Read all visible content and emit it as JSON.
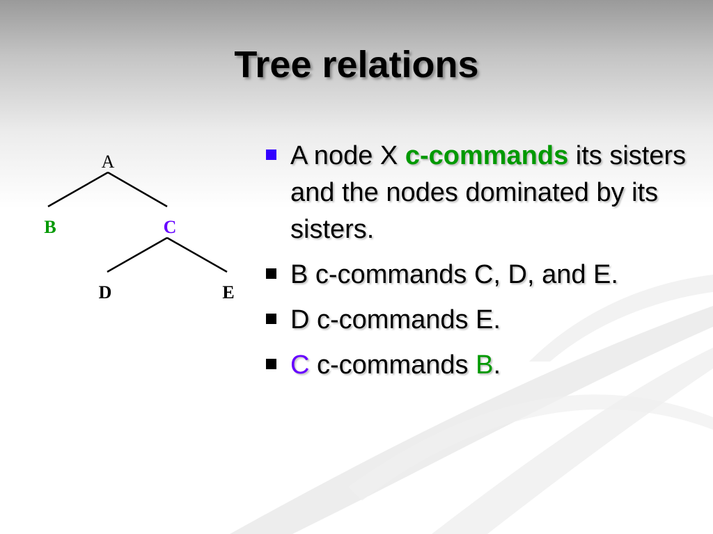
{
  "slide": {
    "title": "Tree relations",
    "tree": {
      "nodes": [
        {
          "id": "a",
          "label": "A",
          "color": "#000000",
          "bold": false
        },
        {
          "id": "b",
          "label": "B",
          "color": "#009900",
          "bold": true
        },
        {
          "id": "c",
          "label": "C",
          "color": "#6600ff",
          "bold": true
        },
        {
          "id": "d",
          "label": "D",
          "color": "#000000",
          "bold": true
        },
        {
          "id": "e",
          "label": "E",
          "color": "#000000",
          "bold": true
        }
      ],
      "edges": [
        [
          "a",
          "b"
        ],
        [
          "a",
          "c"
        ],
        [
          "c",
          "d"
        ],
        [
          "c",
          "e"
        ]
      ]
    },
    "bullets": [
      {
        "p1": "A node X ",
        "term": "c-commands",
        "p2": " its sisters and the nodes dominated by its sisters."
      },
      {
        "text": "B c-commands C, D, and E."
      },
      {
        "text": "D c-commands E."
      },
      {
        "c": "C",
        "mid": " c-commands ",
        "b": "B",
        "end": "."
      }
    ],
    "colors": {
      "green": "#009900",
      "purple": "#6600ff",
      "bullet_first": "#3300ff",
      "bullet": "#000000"
    }
  }
}
